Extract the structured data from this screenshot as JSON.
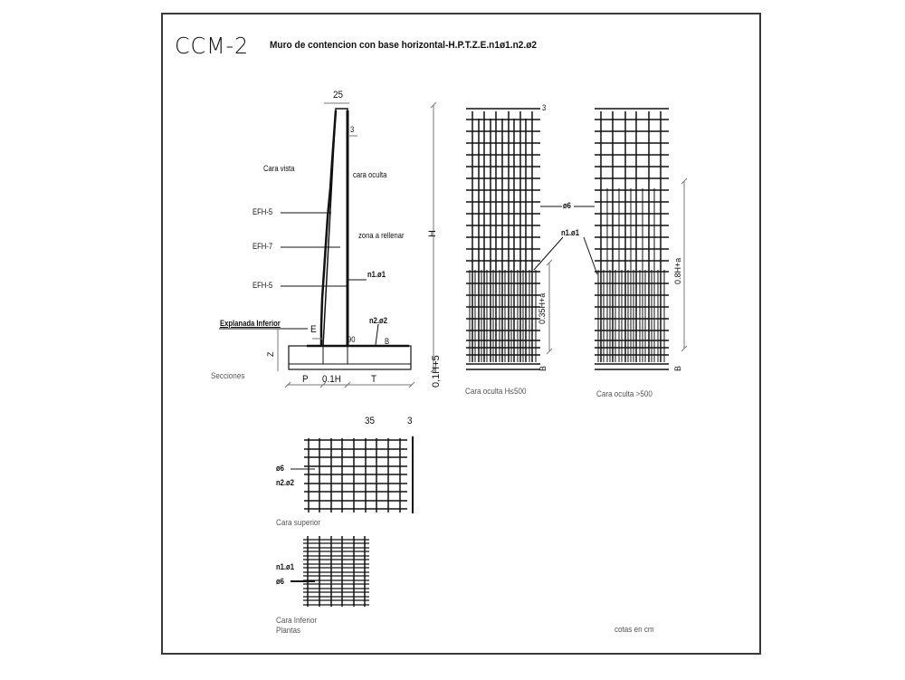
{
  "drawing": {
    "code": "CCM-2",
    "title": "Muro de contencion con base horizontal-H.P.T.Z.E.n1ø1.n2.ø2",
    "units_note": "cotas en cm"
  },
  "section": {
    "caption": "Secciones",
    "top_width": "25",
    "cover": "3",
    "face_visible": "Cara vista",
    "face_hidden": "cara oculta",
    "fill_zone": "zona a rellenar",
    "efh_labels": [
      "EFH-5",
      "EFH-7",
      "EFH-5"
    ],
    "bar_n1": "n1.ø1",
    "bar_n2": "n2.ø2",
    "grade_label": "Explanada Inferior",
    "dim_E": "E",
    "dim_Z": "Z",
    "dim_90": "90",
    "dim_B": "B",
    "dim_P": "P",
    "dim_01H": "0.1H",
    "dim_T": "T",
    "dim_H": "H",
    "dim_01H5": "0,1H+5"
  },
  "elevation_left": {
    "caption": "Cara oculta H≤500",
    "bar_phi6": "ø6",
    "bar_n1": "n1.ø1",
    "dim_top": "3",
    "dim_035": "0.35H+a",
    "dim_B": "B"
  },
  "elevation_right": {
    "caption": "Cara oculta >500",
    "dim_08": "0.8H+a",
    "dim_B": "B"
  },
  "plan_top": {
    "caption": "Cara superior",
    "dim_35": "35",
    "dim_3": "3",
    "bar_phi6": "ø6",
    "bar_n2": "n2.ø2"
  },
  "plan_bottom": {
    "caption": "Cara Inferior",
    "caption2": "Plantas",
    "bar_n1": "n1.ø1",
    "bar_phi6": "ø6"
  },
  "colors": {
    "line": "#111111",
    "dim_line": "#777777",
    "frame": "#3a3a3a"
  }
}
